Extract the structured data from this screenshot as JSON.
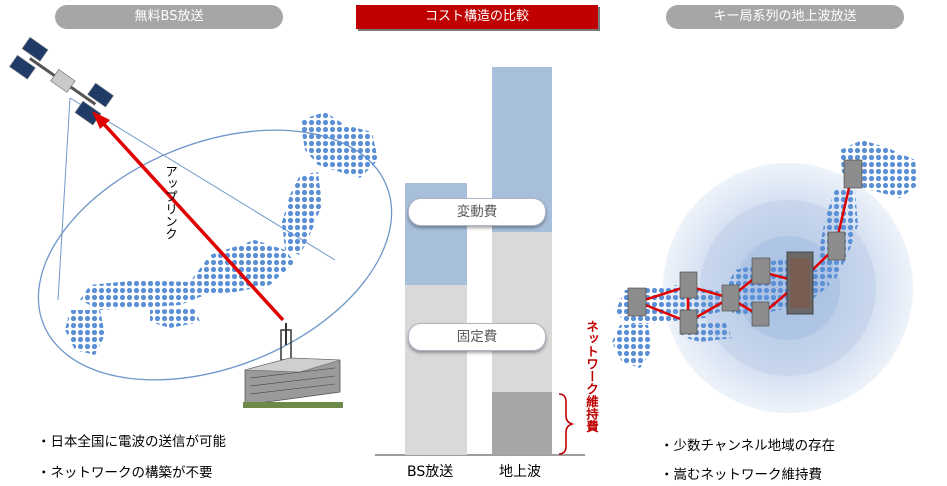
{
  "headers": {
    "left": "無料BS放送",
    "center": "コスト構造の比較",
    "right": "キー局系列の地上波放送"
  },
  "left_panel": {
    "uplink_label": "アップリンク",
    "bullets": [
      "・日本全国に電波の送信が可能",
      "・ネットワークの構築が不要"
    ]
  },
  "center_panel": {
    "variable_cost_label": "変動費",
    "fixed_cost_label": "固定費",
    "network_cost_label": "ネットワーク維持費",
    "bar_labels": [
      "BS放送",
      "地上波"
    ]
  },
  "right_panel": {
    "bullets": [
      "・少数チャンネル地域の存在",
      "・嵩むネットワーク維持費"
    ]
  },
  "colors": {
    "header_gray": "#a6a6a6",
    "header_red": "#c00000",
    "variable_blue": "#a8bfdc",
    "fixed_gray": "#d9d9d9",
    "network_gray": "#a6a6a6",
    "link_red": "#e00000",
    "dot_blue": "#5b8fd6"
  }
}
